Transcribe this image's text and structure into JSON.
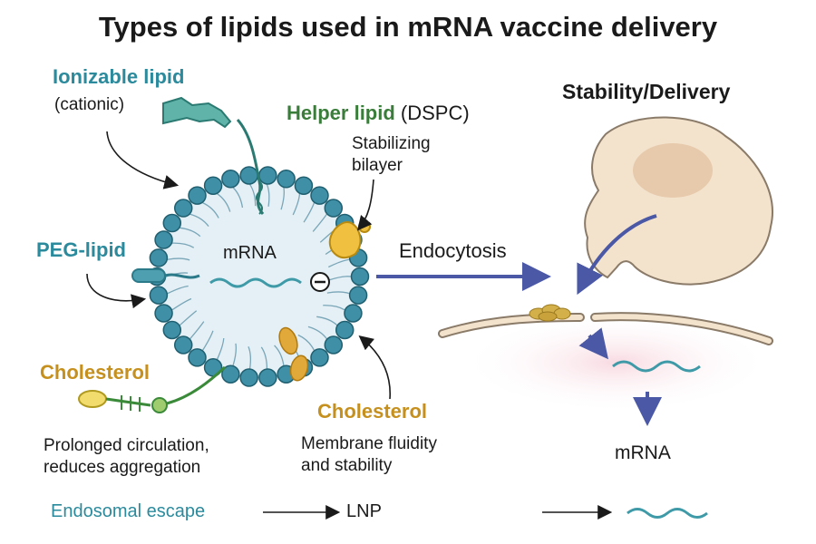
{
  "title": "Types of lipids used in mRNA vaccine delivery",
  "lipids": {
    "ionizable": {
      "name": "Ionizable lipid",
      "note": "(cationic)"
    },
    "helper": {
      "name": "Helper lipid",
      "paren": "(DSPC)",
      "note_line1": "Stabilizing",
      "note_line2": "bilayer"
    },
    "peg": {
      "name": "PEG-lipid",
      "note_line1": "Prolonged circulation,",
      "note_line2": "reduces aggregation"
    },
    "cholesterol_left": {
      "name": "Cholesterol"
    },
    "cholesterol_right": {
      "name": "Cholesterol",
      "note_line1": "Membrane fluidity",
      "note_line2": "and stability"
    }
  },
  "core_label": "mRNA",
  "charge_symbol": "⊖",
  "right_panel": {
    "heading": "Stability/Delivery",
    "endocytosis": "Endocytosis",
    "mrna": "mRNA"
  },
  "bottom_row": {
    "escape": "Endosomal escape",
    "lnp": "LNP"
  },
  "colors": {
    "teal": "#2b8a9c",
    "green": "#3a7d3a",
    "gold": "#c6901f",
    "bead": "#3f8fa6",
    "arrow_blue": "#4a58a6",
    "cell": "#f3e2cc"
  }
}
